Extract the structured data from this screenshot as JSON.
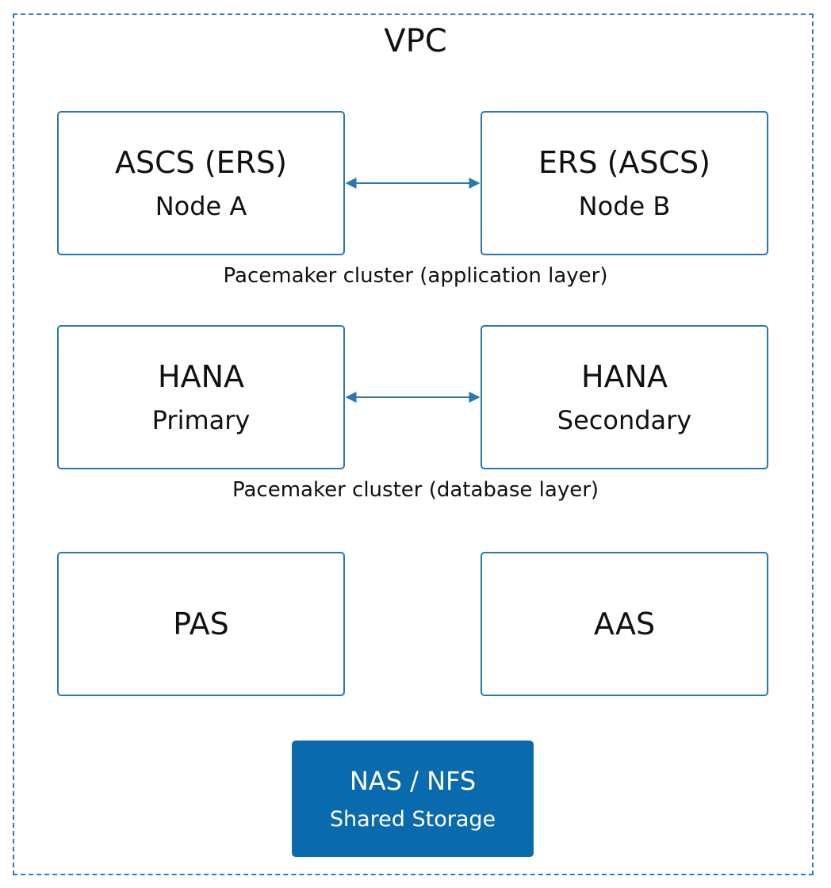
{
  "vpc": {
    "title": "VPC"
  },
  "nodes": {
    "ascs_a": {
      "title": "ASCS (ERS)",
      "subtitle": "Node A"
    },
    "ers_b": {
      "title": "ERS (ASCS)",
      "subtitle": "Node B"
    },
    "hana_primary": {
      "title": "HANA",
      "subtitle": "Primary"
    },
    "hana_secondary": {
      "title": "HANA",
      "subtitle": "Secondary"
    },
    "pas": {
      "title": "PAS"
    },
    "aas": {
      "title": "AAS"
    }
  },
  "clusters": {
    "application": "Pacemaker cluster (application layer)",
    "database": "Pacemaker cluster (database layer)"
  },
  "storage": {
    "title": "NAS / NFS",
    "subtitle": "Shared Storage"
  },
  "colors": {
    "border": "#2b77ae",
    "vpc_border": "#2f7fb6",
    "storage_fill": "#0a6aae",
    "connector": "#2b77ae"
  }
}
